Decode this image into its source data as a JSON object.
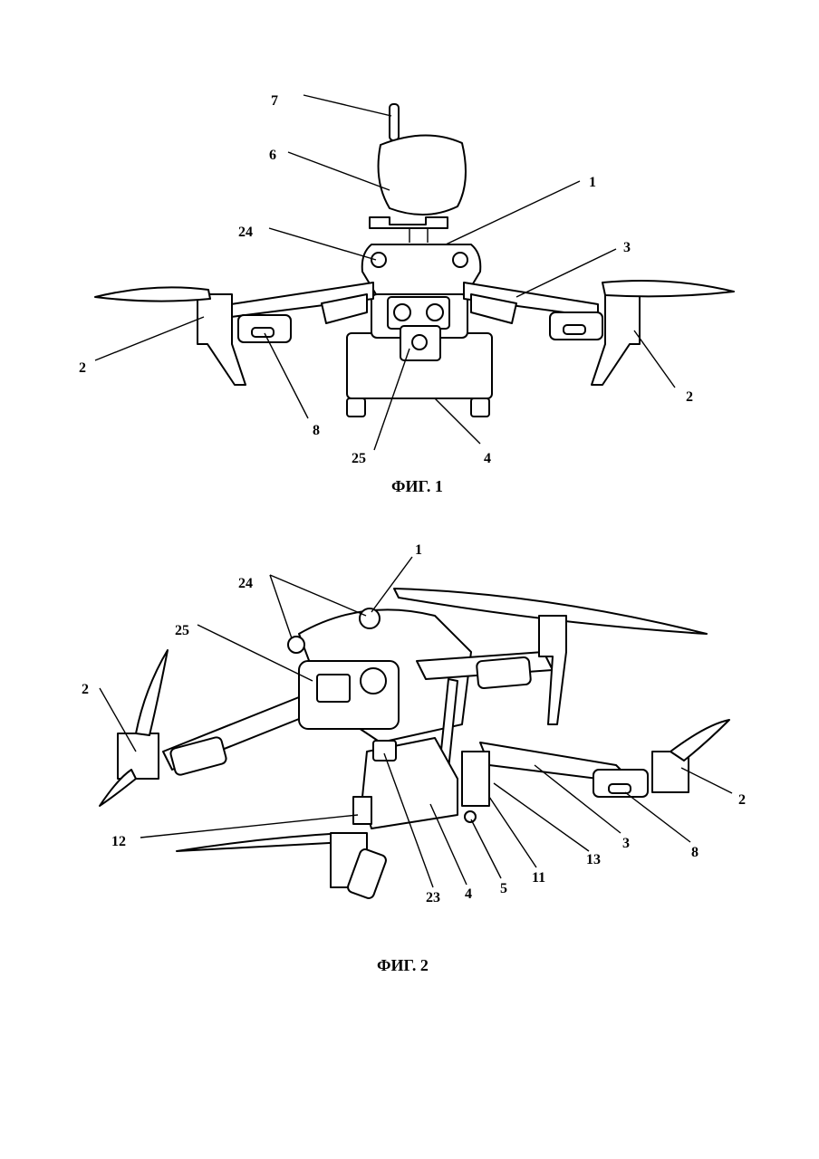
{
  "figures": [
    {
      "caption": "ФИГ. 1",
      "labels": [
        "7",
        "6",
        "1",
        "24",
        "3",
        "2",
        "2",
        "8",
        "25",
        "4"
      ]
    },
    {
      "caption": "ФИГ. 2",
      "labels": [
        "1",
        "24",
        "25",
        "2",
        "2",
        "12",
        "3",
        "8",
        "13",
        "23",
        "4",
        "5",
        "11"
      ]
    }
  ]
}
